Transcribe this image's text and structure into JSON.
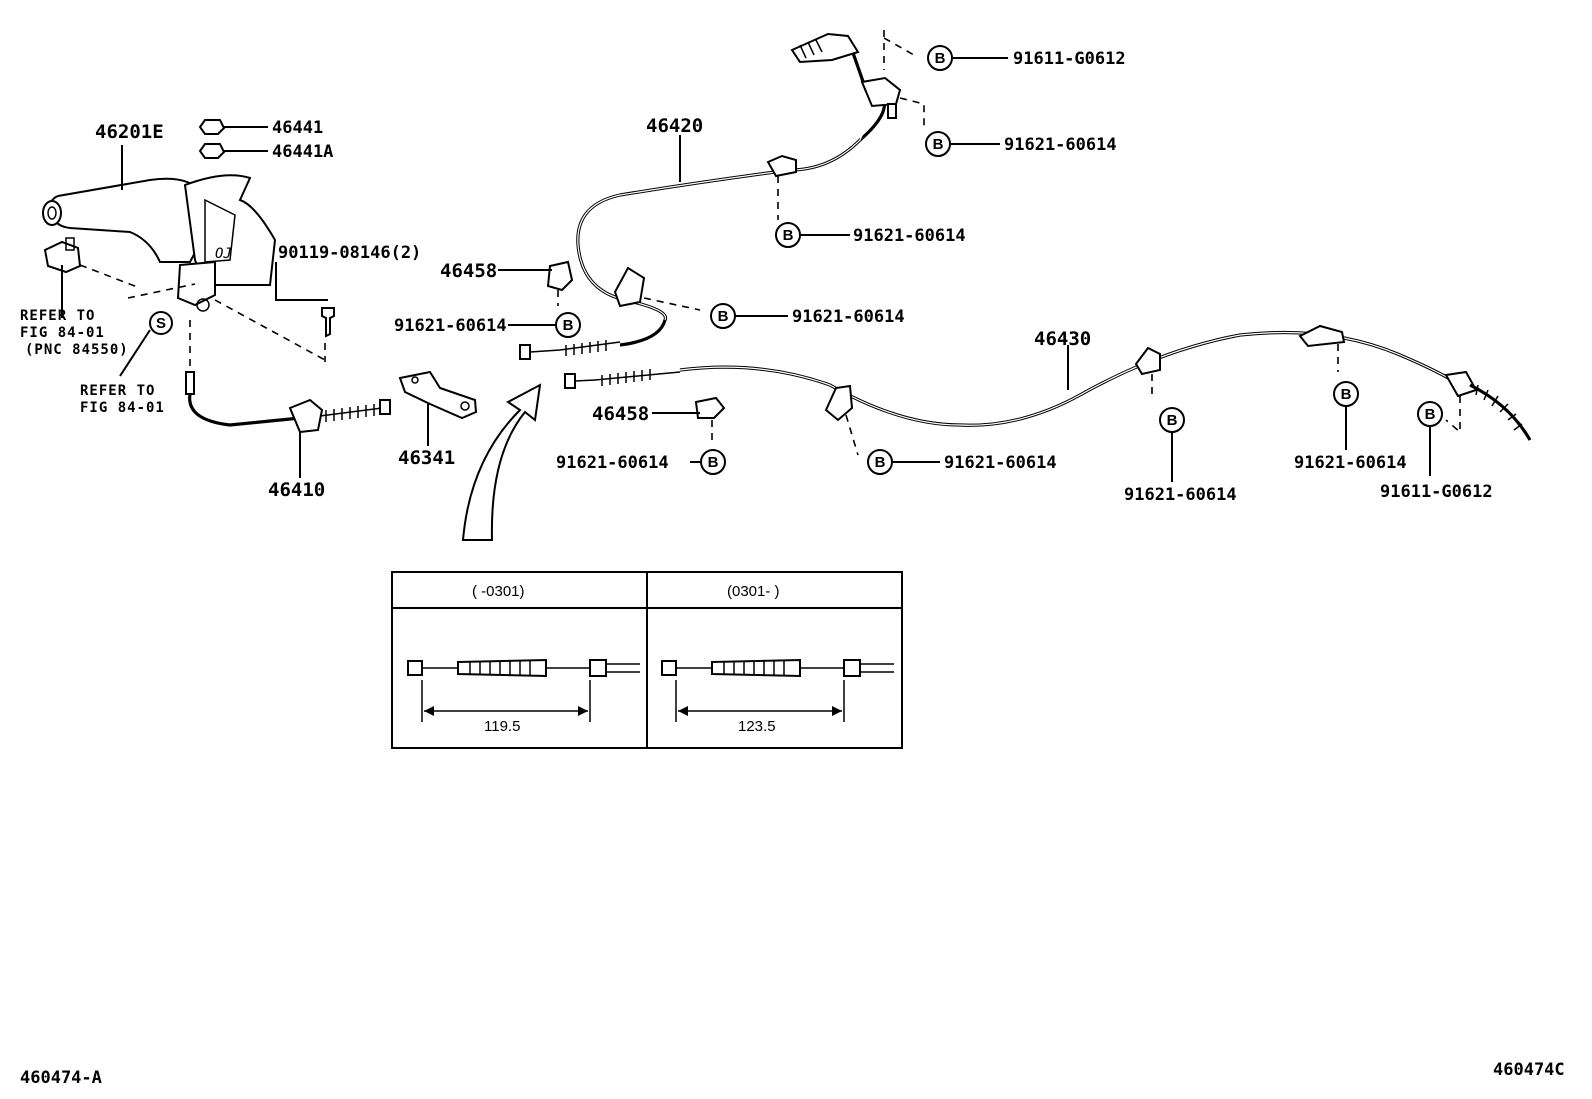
{
  "parts": {
    "lever": "46201E",
    "nut": "46441",
    "nut_a": "46441A",
    "bolt": "90119-08146(2)",
    "front_cable": "46410",
    "equalizer": "46341",
    "cable_right": "46420",
    "cable_left": "46430",
    "clip_upper": "46458",
    "clip_lower": "46458"
  },
  "clamp_label": "B",
  "screw_label": "S",
  "clamps": [
    "91611-G0612",
    "91621-60614",
    "91621-60614",
    "91621-60614",
    "91621-60614",
    "91621-60614",
    "91621-60614",
    "91621-60614",
    "91621-60614",
    "91611-G0612"
  ],
  "references": {
    "ref1_line1": "REFER TO",
    "ref1_line2": "FIG 84-01",
    "ref1_line3": "(PNC 84550)",
    "ref2_line1": "REFER TO",
    "ref2_line2": "FIG 84-01"
  },
  "inset": {
    "col1_header": "(      -0301)",
    "col2_header": "(0301-      )",
    "col1_dimension": "119.5",
    "col2_dimension": "123.5"
  },
  "footer": {
    "left_code": "460474-A",
    "right_code": "460474C"
  }
}
